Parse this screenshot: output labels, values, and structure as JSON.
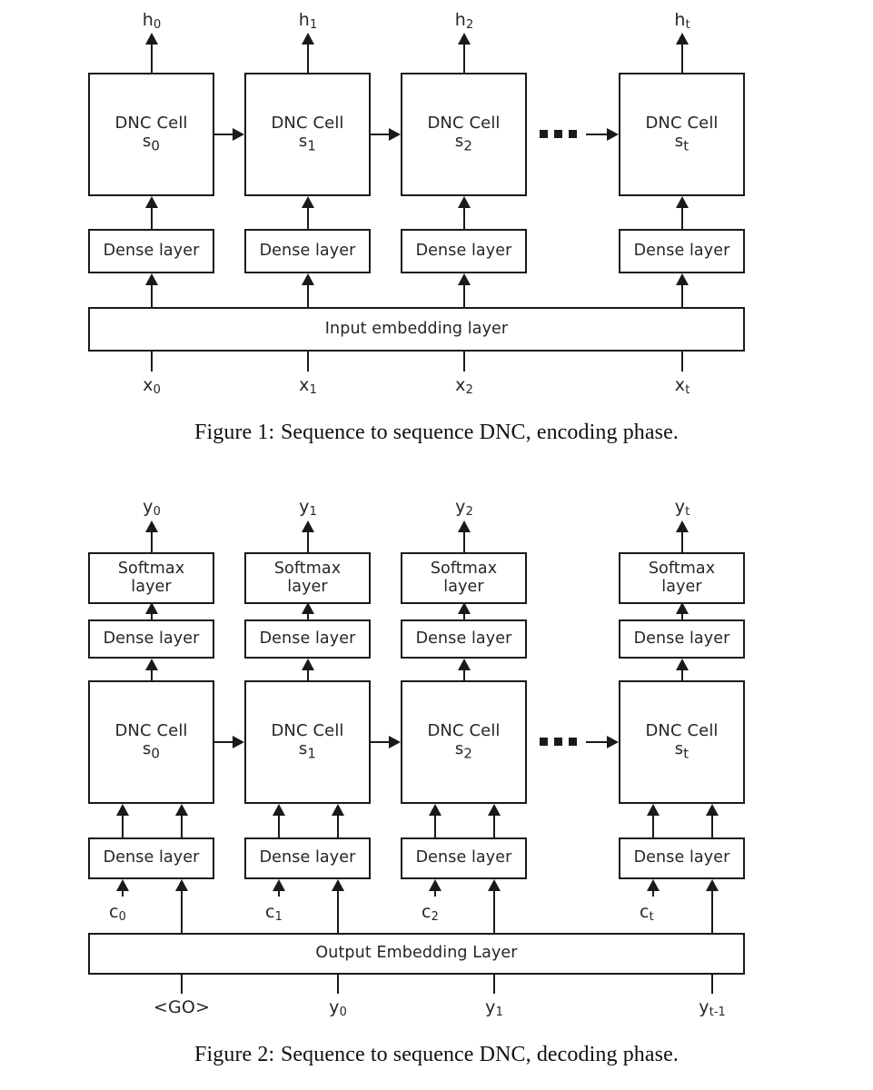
{
  "document": {
    "type": "academic-figure-page",
    "background": "#ffffff",
    "ink": "#1a1a1a"
  },
  "figure1": {
    "id": "figure-1",
    "caption_lead": "Figure 1:",
    "caption_text": "Sequence to sequence DNC, encoding phase.",
    "top_outputs": [
      "h",
      "h",
      "h",
      "h"
    ],
    "top_output_subs": [
      "0",
      "1",
      "2",
      "t"
    ],
    "cells": [
      {
        "title": "DNC Cell",
        "state": "s",
        "state_sub": "0"
      },
      {
        "title": "DNC Cell",
        "state": "s",
        "state_sub": "1"
      },
      {
        "title": "DNC Cell",
        "state": "s",
        "state_sub": "2"
      },
      {
        "title": "DNC Cell",
        "state": "s",
        "state_sub": "t"
      }
    ],
    "dense_labels": [
      "Dense layer",
      "Dense layer",
      "Dense layer",
      "Dense layer"
    ],
    "embedding_label": "Input embedding layer",
    "bottom_inputs": [
      "x",
      "x",
      "x",
      "x"
    ],
    "bottom_input_subs": [
      "0",
      "1",
      "2",
      "t"
    ],
    "ellipsis": "•••"
  },
  "figure2": {
    "id": "figure-2",
    "caption_lead": "Figure 2:",
    "caption_text": "Sequence to sequence DNC, decoding phase.",
    "top_outputs": [
      "y",
      "y",
      "y",
      "y"
    ],
    "top_output_subs": [
      "0",
      "1",
      "2",
      "t"
    ],
    "softmax_labels": [
      "Softmax",
      "Softmax",
      "Softmax",
      "Softmax"
    ],
    "softmax_label_line2": [
      "layer",
      "layer",
      "layer",
      "layer"
    ],
    "dense_top_labels": [
      "Dense layer",
      "Dense layer",
      "Dense layer",
      "Dense layer"
    ],
    "cells": [
      {
        "title": "DNC Cell",
        "state": "s",
        "state_sub": "0"
      },
      {
        "title": "DNC Cell",
        "state": "s",
        "state_sub": "1"
      },
      {
        "title": "DNC Cell",
        "state": "s",
        "state_sub": "2"
      },
      {
        "title": "DNC Cell",
        "state": "s",
        "state_sub": "t"
      }
    ],
    "dense_bottom_labels": [
      "Dense layer",
      "Dense layer",
      "Dense layer",
      "Dense layer"
    ],
    "context_labels": [
      "c",
      "c",
      "c",
      "c"
    ],
    "context_subs": [
      "0",
      "1",
      "2",
      "t"
    ],
    "embedding_label": "Output Embedding Layer",
    "bottom_inputs": [
      "<GO>",
      "y",
      "y",
      "y"
    ],
    "bottom_input_subs": [
      "",
      "0",
      "1",
      "t-1"
    ],
    "ellipsis": "•••"
  }
}
